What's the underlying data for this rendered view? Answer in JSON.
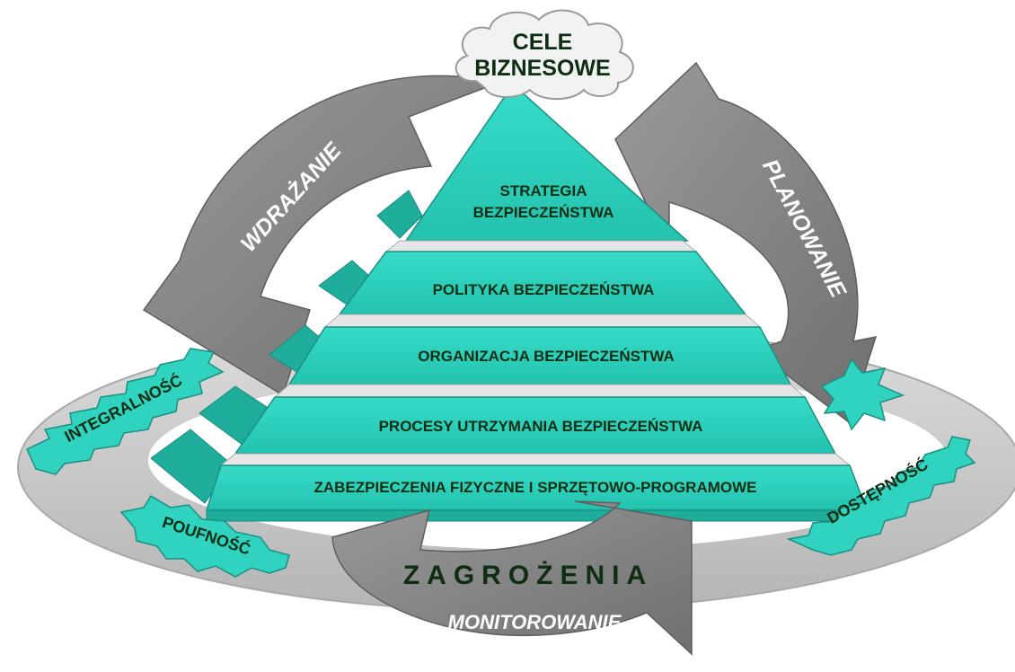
{
  "diagram": {
    "goal": {
      "line1": "CELE",
      "line2": "BIZNESOWE"
    },
    "pyramid_levels": [
      {
        "line1": "STRATEGIA",
        "line2": "BEZPIECZEŃSTWA"
      },
      {
        "label": "POLITYKA BEZPIECZEŃSTWA"
      },
      {
        "label": "ORGANIZACJA BEZPIECZEŃSTWA"
      },
      {
        "label": "PROCESY UTRZYMANIA BEZPIECZEŃSTWA"
      },
      {
        "label": "ZABEZPIECZENIA FIZYCZNE I SPRZĘTOWO-PROGRAMOWE"
      }
    ],
    "cycle": {
      "left": "WDRAŻANIE",
      "right": "PLANOWANIE",
      "bottom": "MONITOROWANIE"
    },
    "threats": "ZAGROŻENIA",
    "properties": {
      "integrity": "INTEGRALNOŚĆ",
      "confidentiality": "POUFNOŚĆ",
      "availability": "DOSTĘPNOŚĆ"
    }
  },
  "colors": {
    "teal": "#2fd3c0",
    "teal_dark": "#1c9e90",
    "gray_ring": "#c9c9c9",
    "gray_arrow": "#8a8a8a",
    "text_dark": "#0d2e12"
  }
}
